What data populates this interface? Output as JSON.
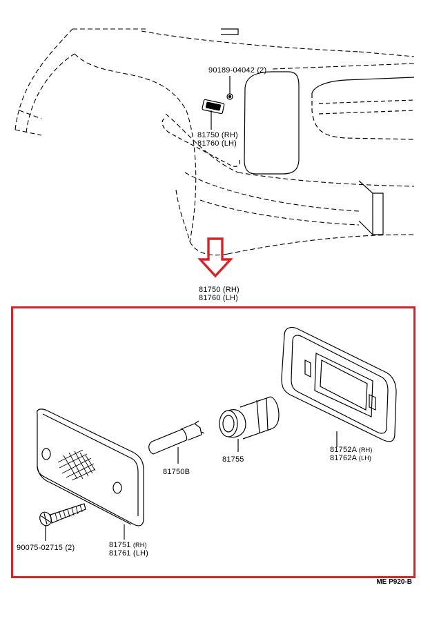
{
  "colors": {
    "line": "#000000",
    "frame": "#dc2028",
    "arrow": "#dc2028",
    "background": "#ffffff"
  },
  "callouts": {
    "grommet": {
      "part": "90189-04042",
      "qty": "(2)"
    },
    "lamp_on_body": {
      "rh": "81750 (RH)",
      "lh": "81760 (LH)"
    },
    "lamp_assembly": {
      "rh": "81750 (RH)",
      "lh": "81760 (LH)"
    },
    "lens": {
      "rh_part": "81751",
      "rh_side": "(RH)",
      "lh_part": "81761",
      "lh_side": "(LH)"
    },
    "bulb": {
      "part": "81750B"
    },
    "socket": {
      "part": "81755"
    },
    "housing": {
      "rh_part": "81752A",
      "rh_side": "(RH)",
      "lh_part": "81762A",
      "lh_side": "(LH)"
    },
    "screw": {
      "part": "90075-02715",
      "qty": "(2)"
    }
  },
  "reference_code": "ME P920-B",
  "icons": {
    "arrow": "down-arrow-icon",
    "screw": "screw-icon",
    "bulb": "bulb-icon"
  }
}
